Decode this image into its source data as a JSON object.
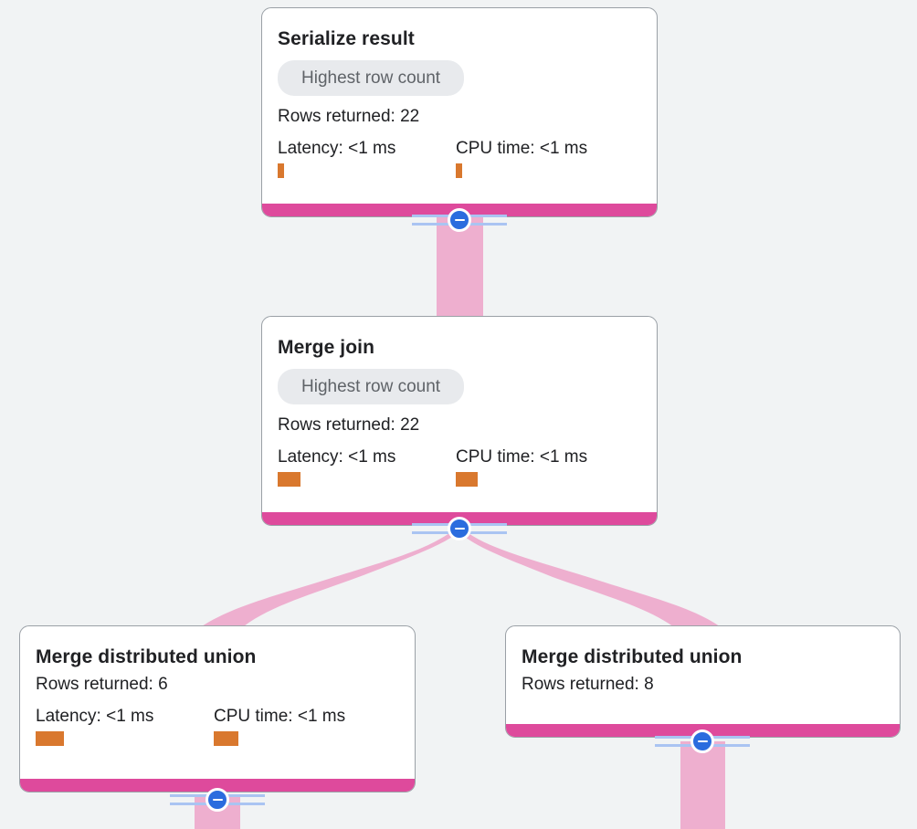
{
  "canvas": {
    "background_color": "#f1f3f4",
    "accent_magenta": "#de4a9c",
    "ribbon_pink": "#eeafcf",
    "metric_orange": "#d9782e",
    "connector_blue": "#2b6cde",
    "chip_bg": "#e8eaed",
    "chip_text": "#5f6368"
  },
  "nodes": [
    {
      "id": "serialize-result",
      "title": "Serialize result",
      "badge": "Highest row count",
      "rows": "Rows returned: 22",
      "latency_label": "Latency: <1 ms",
      "cpu_label": "CPU time: <1 ms"
    },
    {
      "id": "merge-join",
      "title": "Merge join",
      "badge": "Highest row count",
      "rows": "Rows returned: 22",
      "latency_label": "Latency: <1 ms",
      "cpu_label": "CPU time: <1 ms"
    },
    {
      "id": "merge-distributed-union-left",
      "title": "Merge distributed union",
      "rows": "Rows returned: 6",
      "latency_label": "Latency: <1 ms",
      "cpu_label": "CPU time: <1 ms"
    },
    {
      "id": "merge-distributed-union-right",
      "title": "Merge distributed union",
      "rows": "Rows returned: 8"
    }
  ],
  "connectors": [
    {
      "id": "connector-serialize-result",
      "icon": "minus-circle-icon",
      "state": "expanded"
    },
    {
      "id": "connector-merge-join",
      "icon": "minus-circle-icon",
      "state": "expanded"
    },
    {
      "id": "connector-union-left",
      "icon": "minus-circle-icon",
      "state": "expanded"
    },
    {
      "id": "connector-union-right",
      "icon": "minus-circle-icon",
      "state": "expanded"
    }
  ]
}
